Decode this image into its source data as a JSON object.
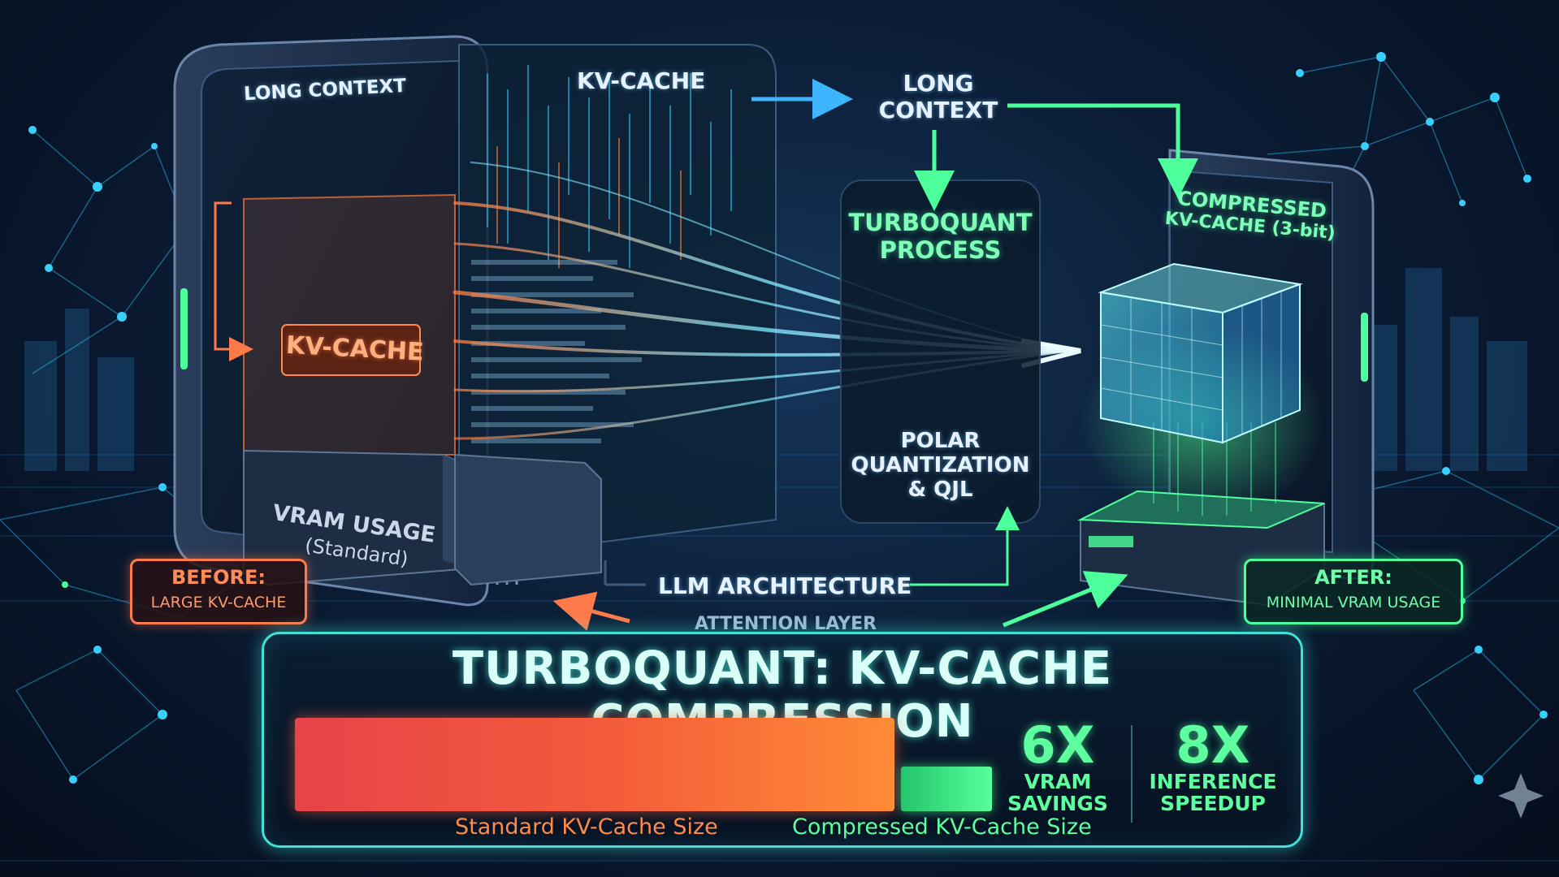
{
  "labels": {
    "long_context_panel": "LONG CONTEXT",
    "kv_cache_top": "KV-CACHE",
    "kv_cache_tag": "KV-CACHE",
    "vram_usage": "VRAM USAGE",
    "vram_standard": "(Standard)",
    "long_context_flow": [
      "LONG",
      "CONTEXT"
    ],
    "turboquant_process": [
      "TURBOQUANT",
      "PROCESS"
    ],
    "polar_quantization": [
      "POLAR",
      "QUANTIZATION",
      "& QJL"
    ],
    "compressed_kv": [
      "COMPRESSED",
      "KV-CACHE (3-bit)"
    ],
    "llm_architecture": "LLM ARCHITECTURE",
    "attention_layer": "ATTENTION LAYER"
  },
  "badges": {
    "before_title": "BEFORE:",
    "before_sub": "LARGE KV-CACHE",
    "after_title": "AFTER:",
    "after_sub": "MINIMAL VRAM USAGE"
  },
  "panel": {
    "title": "TURBOQUANT: KV-CACHE COMPRESSION",
    "standard_label": "Standard KV-Cache Size",
    "compressed_label": "Compressed KV-Cache Size",
    "stat1_value": "6X",
    "stat1_lines": [
      "VRAM",
      "SAVINGS"
    ],
    "stat2_value": "8X",
    "stat2_lines": [
      "INFERENCE",
      "SPEEDUP"
    ]
  },
  "colors": {
    "accent_cyan": "#43e0d8",
    "accent_green": "#4dff9a",
    "accent_orange": "#ff7a4a"
  }
}
